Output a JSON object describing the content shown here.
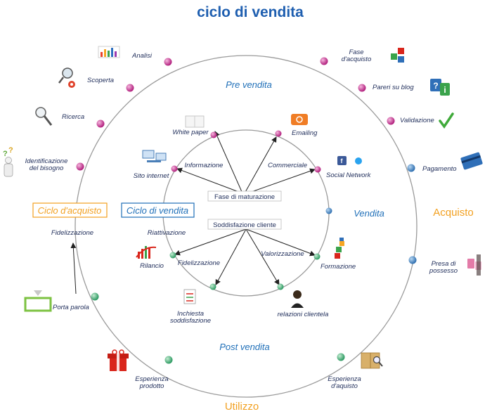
{
  "title": "ciclo di vendita",
  "sections": {
    "pre_vendita": "Pre vendita",
    "vendita": "Vendita",
    "post_vendita": "Post vendita",
    "acquisto": "Acquisto",
    "utilizzo": "Utilizzo"
  },
  "boxes": {
    "ciclo_acquisto": "Ciclo d'acquisto",
    "ciclo_vendita": "Ciclo di vendita",
    "fase_maturazione": "Fase di  maturazione",
    "soddisfazione_cliente": "Soddisfazione cliente"
  },
  "outer_stages": {
    "analisi": "Analisi",
    "scoperta": "Scoperta",
    "ricerca": "Ricerca",
    "identificazione_1": "Identificazione",
    "identificazione_2": "del bisogno",
    "fidelizzazione": "Fidelizzazione",
    "porta_parola": "Porta parola",
    "esperienza_prodotto_1": "Esperienza",
    "esperienza_prodotto_2": "prodotto",
    "esperienza_acquisto_1": "Esperienza",
    "esperienza_acquisto_2": "d'aquisto",
    "presa_1": "Presa di",
    "presa_2": "possesso",
    "pagamento": "Pagamento",
    "validazione": "Validazione",
    "pareri": "Pareri su blog",
    "fase_acquisto_1": "Fase",
    "fase_acquisto_2": "d'acquisto"
  },
  "inner_stages": {
    "white_paper": "White paper",
    "emailing": "Emailing",
    "sito_internet": "Sito internet",
    "social_network": "Social Network",
    "formazione": "Formazione",
    "relazioni_clientela": "relazioni clientela",
    "inchiesta_1": "Inchiesta",
    "inchiesta_2": "soddisfazione",
    "rilancio": "Rilancio"
  },
  "arrow_labels": {
    "informazione": "Informazione",
    "commerciale": "Commerciale",
    "riattivazione": "Riattivazione",
    "fidelizzazione": "Fidelizzazione",
    "valorizzazione": "Valorizzazione"
  },
  "colors": {
    "title": "#1f5fb0",
    "section": "#1f6fb8",
    "accent_orange": "#f2a020",
    "ring": "#9a9a9a",
    "dot_pink": "#c2308a",
    "dot_blue": "#3f86c4",
    "dot_green": "#3fa86e"
  }
}
